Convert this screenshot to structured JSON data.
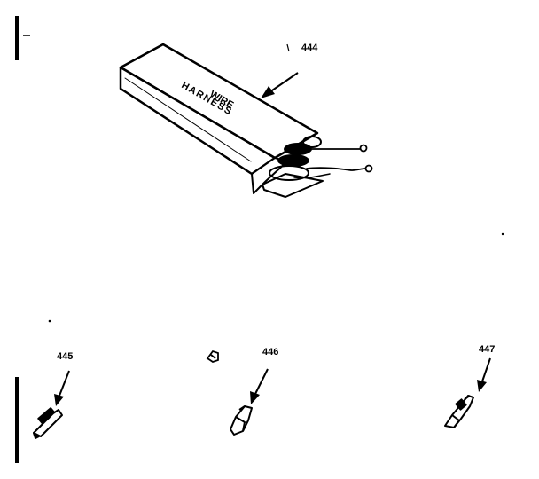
{
  "diagram": {
    "wire_harness_box": {
      "label_line1": "WIRE",
      "label_line2": "HARNESS"
    },
    "callouts": [
      {
        "id": "444",
        "text": "444"
      },
      {
        "id": "445",
        "text": "445"
      },
      {
        "id": "446",
        "text": "446"
      },
      {
        "id": "447",
        "text": "447"
      }
    ],
    "colors": {
      "ink": "#000000",
      "background": "#ffffff"
    }
  }
}
